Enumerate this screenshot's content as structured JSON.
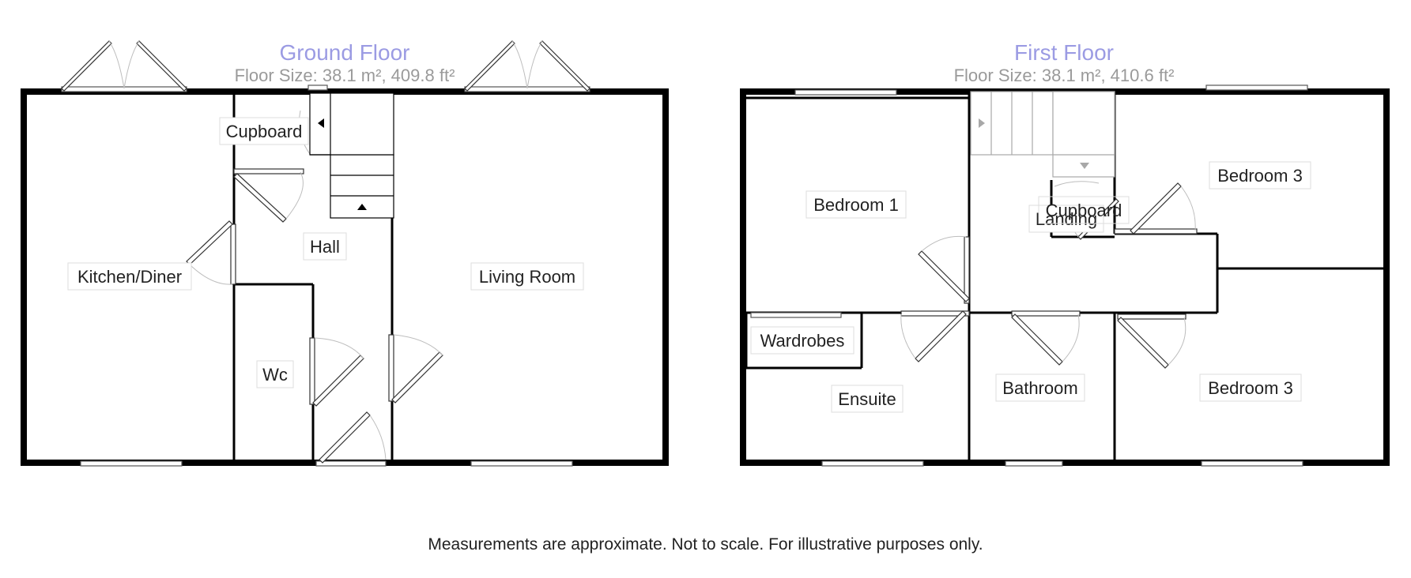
{
  "colors": {
    "title": "#9b9be3",
    "wall": "#000000",
    "label_text": "#222222",
    "size_text": "#9a9a9a"
  },
  "floors": [
    {
      "title": "Ground Floor",
      "size": "Floor Size: 38.1 m², 409.8 ft²",
      "rooms": {
        "cupboard": "Cupboard",
        "hall": "Hall",
        "kitchen": "Kitchen/Diner",
        "living": "Living Room",
        "wc": "Wc"
      }
    },
    {
      "title": "First Floor",
      "size": "Floor Size: 38.1 m², 410.6 ft²",
      "rooms": {
        "bedroom1": "Bedroom 1",
        "bedroom3_top": "Bedroom 3",
        "landing": "Landing",
        "cupboard": "Cupboard",
        "wardrobes": "Wardrobes",
        "ensuite": "Ensuite",
        "bathroom": "Bathroom",
        "bedroom3_bottom": "Bedroom 3"
      }
    }
  ],
  "disclaimer": "Measurements are approximate. Not to scale. For illustrative purposes only."
}
